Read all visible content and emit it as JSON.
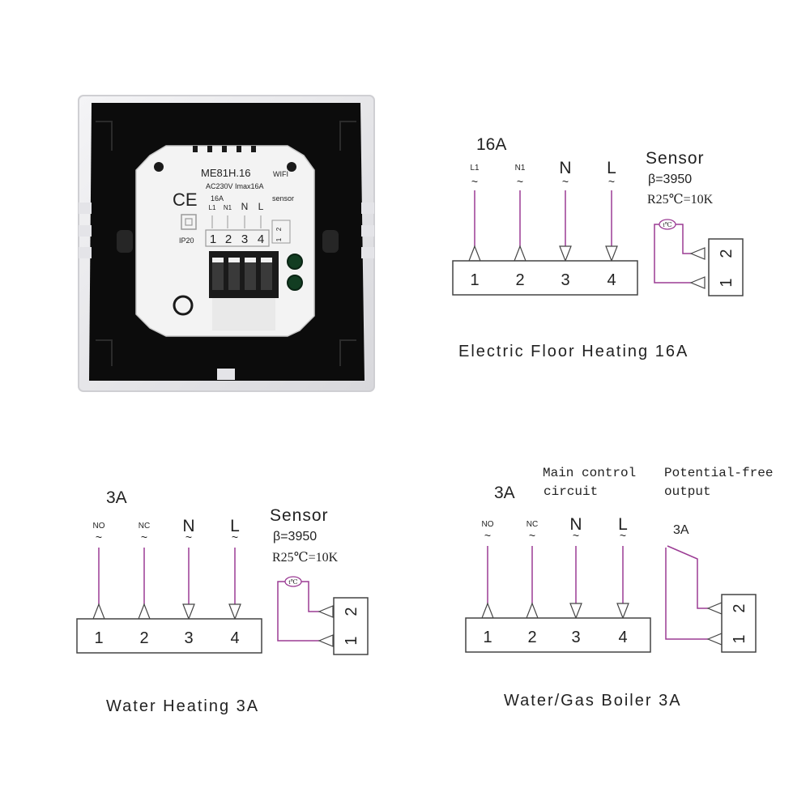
{
  "device": {
    "model": "ME81H.16",
    "wifi": "WIFI",
    "rating": "AC230V Imax16A",
    "ce": "CE",
    "ip": "IP20",
    "amp": "16A",
    "sensor": "sensor",
    "term_labels": [
      "L1",
      "N1",
      "N",
      "L"
    ],
    "terminals": [
      "1",
      "2",
      "3",
      "4"
    ],
    "sensor_terminals": [
      "1",
      "2"
    ]
  },
  "diagrams": {
    "floor": {
      "current": "16A",
      "wires": [
        {
          "label": "L1",
          "tilde": "~"
        },
        {
          "label": "N1",
          "tilde": "~"
        },
        {
          "label": "N",
          "tilde": "~"
        },
        {
          "label": "L",
          "tilde": "~"
        }
      ],
      "terminals": [
        "1",
        "2",
        "3",
        "4"
      ],
      "sensor_title": "Sensor",
      "sensor_beta": "β=3950",
      "sensor_r": "R25℃=10K",
      "sensor_symbol": "t℃",
      "sensor_terminals": [
        "2",
        "1"
      ],
      "caption": "Electric Floor Heating 16A"
    },
    "water": {
      "current": "3A",
      "wires": [
        {
          "label": "NO",
          "tilde": "~"
        },
        {
          "label": "NC",
          "tilde": "~"
        },
        {
          "label": "N",
          "tilde": "~"
        },
        {
          "label": "L",
          "tilde": "~"
        }
      ],
      "terminals": [
        "1",
        "2",
        "3",
        "4"
      ],
      "sensor_title": "Sensor",
      "sensor_beta": "β=3950",
      "sensor_r": "R25℃=10K",
      "sensor_symbol": "t℃",
      "sensor_terminals": [
        "2",
        "1"
      ],
      "caption": "Water Heating 3A"
    },
    "boiler": {
      "current": "3A",
      "main_control_line1": "Main control",
      "main_control_line2": "circuit",
      "potential_free_line1": "Potential-free",
      "potential_free_line2": "output",
      "output_current": "3A",
      "wires": [
        {
          "label": "NO",
          "tilde": "~"
        },
        {
          "label": "NC",
          "tilde": "~"
        },
        {
          "label": "N",
          "tilde": "~"
        },
        {
          "label": "L",
          "tilde": "~"
        }
      ],
      "terminals": [
        "1",
        "2",
        "3",
        "4"
      ],
      "output_terminals": [
        "2",
        "1"
      ],
      "caption": "Water/Gas Boiler 3A"
    }
  },
  "colors": {
    "wire": "#9b3b94",
    "neutral": "#1a33c8",
    "live": "#e01818",
    "frame": "#e9e9ec",
    "panel": "#0c0c0c",
    "module": "#f3f3f3"
  }
}
